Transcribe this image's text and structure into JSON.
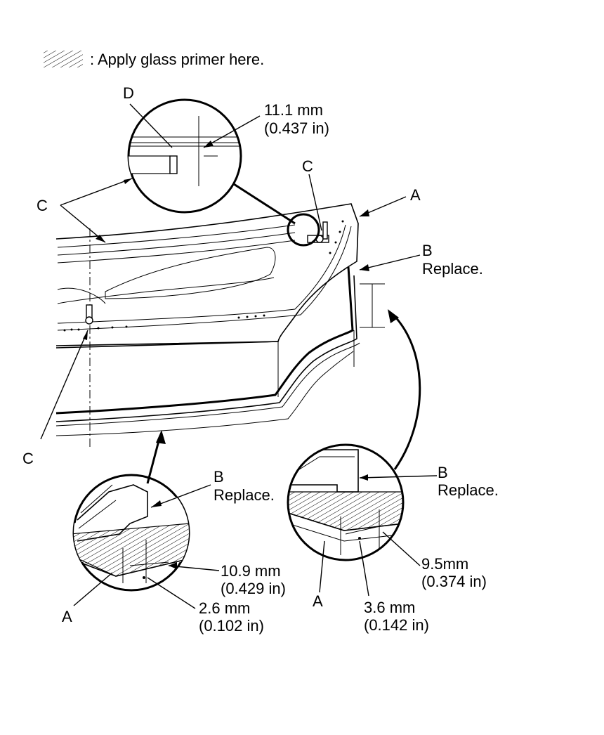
{
  "legend": {
    "text": ": Apply glass primer here."
  },
  "labels": {
    "a_top": "A",
    "a_left": "A",
    "a_right": "A",
    "b_top": "B",
    "b_top_note": "Replace.",
    "b_left": "B",
    "b_left_note": "Replace.",
    "b_right": "B",
    "b_right_note": "Replace.",
    "c_top": "C",
    "c_left": "C",
    "c_bottom": "C",
    "d": "D"
  },
  "dimensions": {
    "d1_mm": "11.1 mm",
    "d1_in": "(0.437 in)",
    "d2_mm": "10.9 mm",
    "d2_in": "(0.429 in)",
    "d3_mm": "2.6 mm",
    "d3_in": "(0.102 in)",
    "d4_mm": "9.5mm",
    "d4_in": "(0.374 in)",
    "d5_mm": "3.6 mm",
    "d5_in": "(0.142 in)"
  }
}
